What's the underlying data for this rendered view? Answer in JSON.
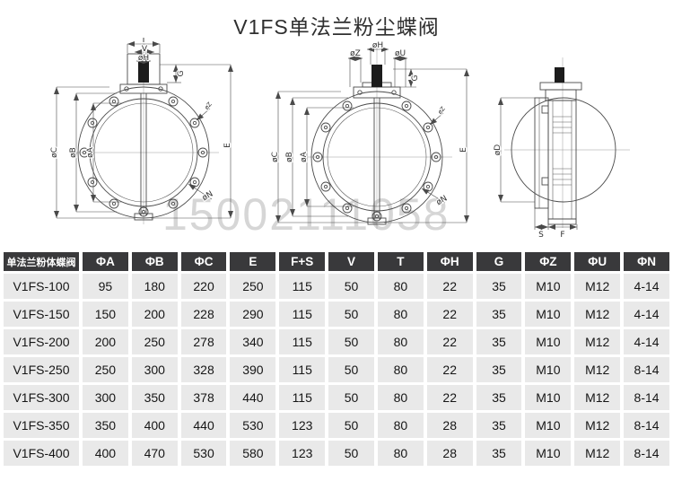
{
  "title": "V1FS单法兰粉尘蝶阀",
  "watermark": "15002111058",
  "views": {
    "front1": {
      "dim_t": "T",
      "dim_v": "V",
      "dim_h": "øH",
      "dim_g": "G",
      "dim_c": "øC",
      "dim_b": "øB",
      "dim_a": "øA",
      "dim_e": "E",
      "dim_n": "øN",
      "dim_z": "øZ"
    },
    "front2": {
      "dim_h": "øH",
      "dim_z": "øZ",
      "dim_u": "øU",
      "dim_g": "G",
      "dim_c": "øC",
      "dim_b": "øB",
      "dim_a": "øA",
      "dim_e": "E",
      "dim_n": "øN",
      "dim_z2": "øZ"
    },
    "side": {
      "dim_d": "øD",
      "dim_s": "S",
      "dim_f": "F"
    }
  },
  "table": {
    "corner": "单法兰粉体蝶阀",
    "columns": [
      "ΦA",
      "ΦB",
      "ΦC",
      "E",
      "F+S",
      "V",
      "T",
      "ΦH",
      "G",
      "ΦZ",
      "ΦU",
      "ΦN"
    ],
    "rows": [
      [
        "V1FS-100",
        "95",
        "180",
        "220",
        "250",
        "115",
        "50",
        "80",
        "22",
        "35",
        "M10",
        "M12",
        "4-14"
      ],
      [
        "V1FS-150",
        "150",
        "200",
        "228",
        "290",
        "115",
        "50",
        "80",
        "22",
        "35",
        "M10",
        "M12",
        "4-14"
      ],
      [
        "V1FS-200",
        "200",
        "250",
        "278",
        "340",
        "115",
        "50",
        "80",
        "22",
        "35",
        "M10",
        "M12",
        "4-14"
      ],
      [
        "V1FS-250",
        "250",
        "300",
        "328",
        "390",
        "115",
        "50",
        "80",
        "22",
        "35",
        "M10",
        "M12",
        "8-14"
      ],
      [
        "V1FS-300",
        "300",
        "350",
        "378",
        "440",
        "115",
        "50",
        "80",
        "22",
        "35",
        "M10",
        "M12",
        "8-14"
      ],
      [
        "V1FS-350",
        "350",
        "400",
        "440",
        "530",
        "123",
        "50",
        "80",
        "28",
        "35",
        "M10",
        "M12",
        "8-14"
      ],
      [
        "V1FS-400",
        "400",
        "470",
        "530",
        "580",
        "123",
        "50",
        "80",
        "28",
        "35",
        "M10",
        "M12",
        "8-14"
      ]
    ]
  },
  "colors": {
    "header_bg": "#39393b",
    "header_text": "#ffffff",
    "cell_bg": "#e9e9e9",
    "line": "#4a4a4a",
    "watermark": "#d6d6d6"
  }
}
